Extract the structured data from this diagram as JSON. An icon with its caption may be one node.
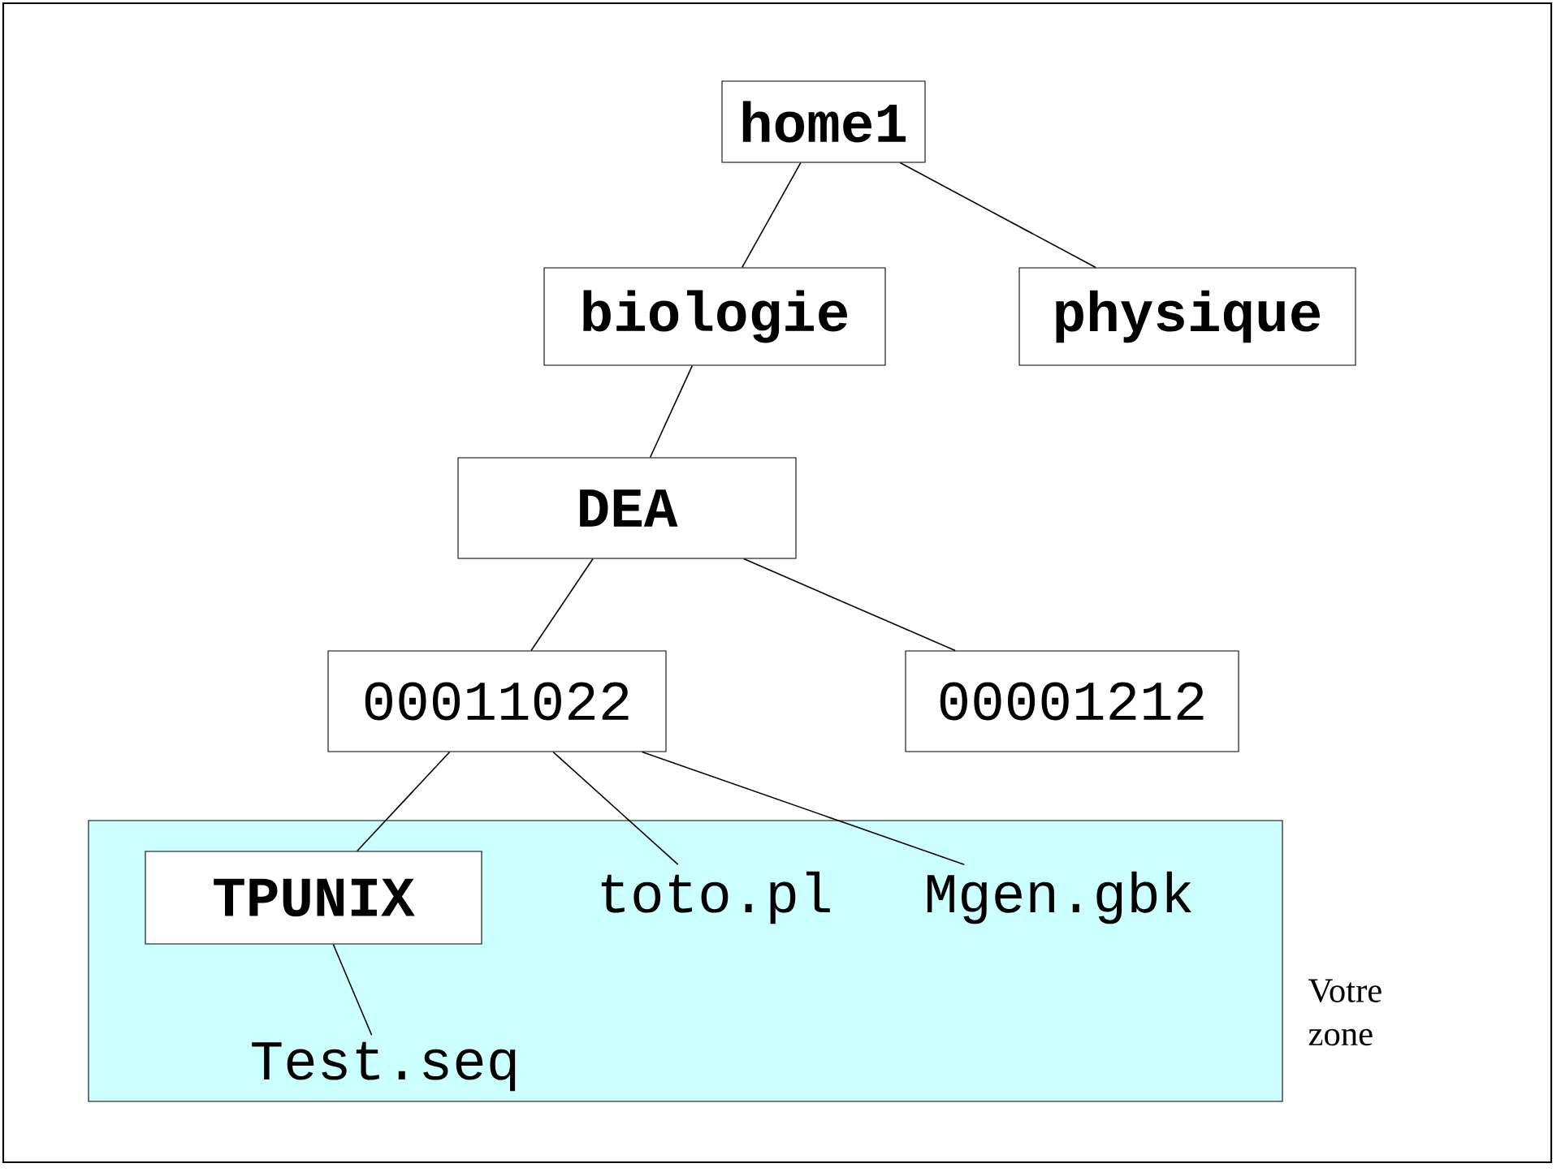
{
  "diagram": {
    "nodes": [
      {
        "text": [
          "home1"
        ]
      },
      {
        "text": [
          "biologie"
        ]
      },
      {
        "text": [
          "physique"
        ]
      },
      {
        "text": [
          "DEA"
        ]
      },
      {
        "text": [
          "00011022"
        ]
      },
      {
        "text": [
          "00001212"
        ]
      },
      {
        "text": [
          "Votre zone"
        ]
      },
      {
        "text": [
          "TPUNIX"
        ],
        "in": 6
      },
      {
        "text": [
          "toto.pl"
        ],
        "in": 6
      },
      {
        "text": [
          "Mgen.gbk"
        ],
        "in": 6
      },
      {
        "text": [
          "Test.seq"
        ],
        "in": 6
      }
    ],
    "edges": [
      {
        "from": 0,
        "to": 1,
        "arrow": "none"
      },
      {
        "from": 0,
        "to": 2,
        "arrow": "none"
      },
      {
        "from": 1,
        "to": 3,
        "arrow": "none"
      },
      {
        "from": 3,
        "to": 4,
        "arrow": "none"
      },
      {
        "from": 3,
        "to": 5,
        "arrow": "none"
      },
      {
        "from": 4,
        "to": 7,
        "arrow": "none"
      },
      {
        "from": 4,
        "to": 8,
        "arrow": "none"
      },
      {
        "from": 4,
        "to": 9,
        "arrow": "none"
      },
      {
        "from": 7,
        "to": 10,
        "arrow": "none"
      }
    ]
  }
}
